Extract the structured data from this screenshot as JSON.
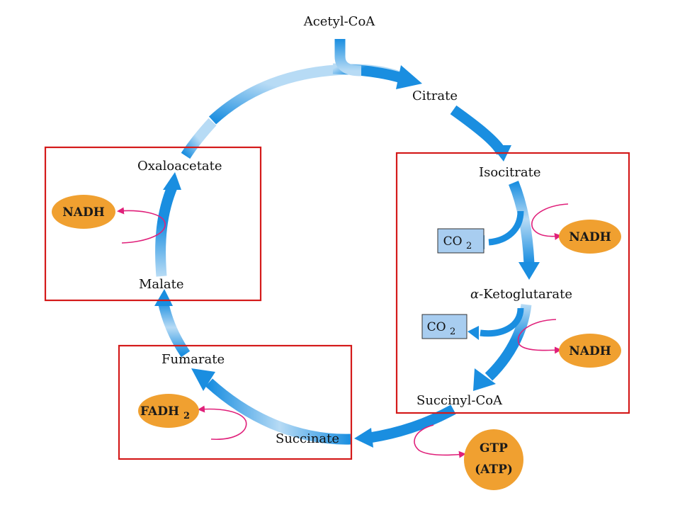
{
  "diagram": {
    "inputs": {
      "acetyl_coa": "Acetyl-CoA"
    },
    "intermediates": {
      "citrate": "Citrate",
      "isocitrate": "Isocitrate",
      "ketoglutarate_prefix": "α",
      "ketoglutarate": "-Ketoglutarate",
      "succinyl_coa": "Succinyl-CoA",
      "succinate": "Succinate",
      "fumarate": "Fumarate",
      "malate": "Malate",
      "oxaloacetate": "Oxaloacetate"
    },
    "products": {
      "nadh_1": "NADH",
      "nadh_2": "NADH",
      "nadh_3": "NADH",
      "fadh2": "FADH",
      "fadh2_sub": "2",
      "gtp": "GTP",
      "atp": "(ATP)",
      "co2_1": "CO",
      "co2_1_sub": "2",
      "co2_2": "CO",
      "co2_2_sub": "2"
    },
    "colors": {
      "cycle_blue": "#1a8ee0",
      "cycle_light": "#b7dbf5",
      "oval_orange": "#f0a030",
      "co2_box": "#a8cdf0",
      "arrow_magenta": "#e0207a",
      "highlight_red": "#d41a1a"
    }
  }
}
